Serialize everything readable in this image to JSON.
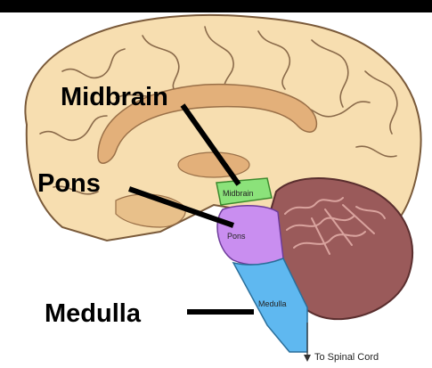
{
  "labels": {
    "midbrain": "Midbrain",
    "pons": "Pons",
    "medulla": "Medulla",
    "midbrain_small": "Midbrain",
    "pons_small": "Pons",
    "medulla_small": "Medulla",
    "spinal_cord": "To Spinal Cord"
  },
  "colors": {
    "top_bar": "#000000",
    "brain_fill": "#f7deb0",
    "brain_outline": "#7a5a3a",
    "corpus_callosum": "#e3b07a",
    "midbrain": "#8be27a",
    "pons": "#c98ef0",
    "medulla": "#5fb8f0",
    "cerebellum": "#9a5a5a",
    "cerebellum_folia": "#c98b86"
  }
}
